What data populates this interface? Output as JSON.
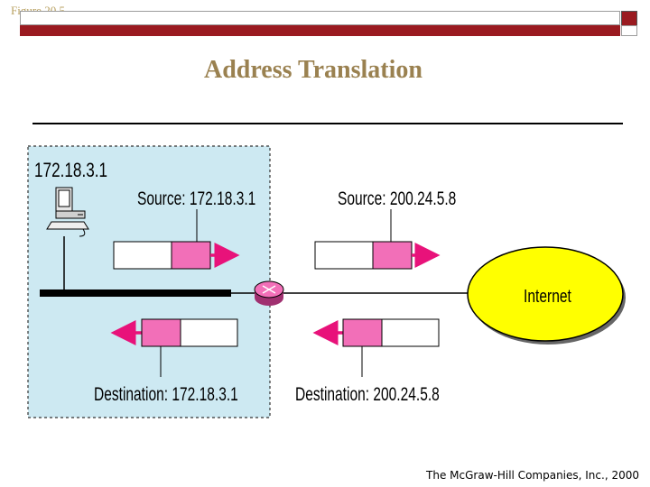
{
  "header": {
    "figure_label": "Figure 20.5",
    "title": "Address Translation"
  },
  "diagram": {
    "host_address": "172.18.3.1",
    "outgoing_private_source": "Source: 172.18.3.1",
    "outgoing_public_source": "Source: 200.24.5.8",
    "incoming_private_destination": "Destination: 172.18.3.1",
    "incoming_public_destination": "Destination: 200.24.5.8",
    "internet_label": "Internet",
    "colors": {
      "private_network": "#cde9f2",
      "packet_header": "#f26fb8",
      "internet_cloud": "#ffff00",
      "arrow": "#e8127a",
      "router": "#f26fb8"
    }
  },
  "footer": {
    "copyright": "The McGraw-Hill Companies, Inc., 2000"
  }
}
